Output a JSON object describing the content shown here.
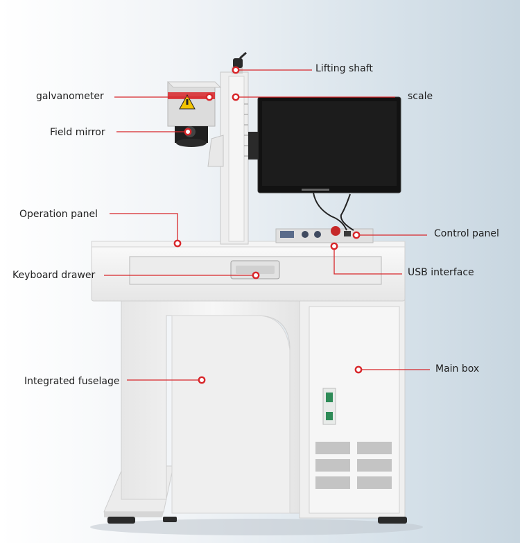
{
  "callouts": {
    "lifting_shaft": "Lifting shaft",
    "galvanometer": "galvanometer",
    "scale": "scale",
    "field_mirror": "Field mirror",
    "operation_panel": "Operation panel",
    "control_panel": "Control panel",
    "keyboard_drawer": "Keyboard drawer",
    "usb_interface": "USB interface",
    "integrated_fuselage": "Integrated fuselage",
    "main_box": "Main box"
  },
  "colors": {
    "callout_line": "#d8262a",
    "label_text": "#1e1e1e",
    "machine_body": "#f3f3f3"
  }
}
